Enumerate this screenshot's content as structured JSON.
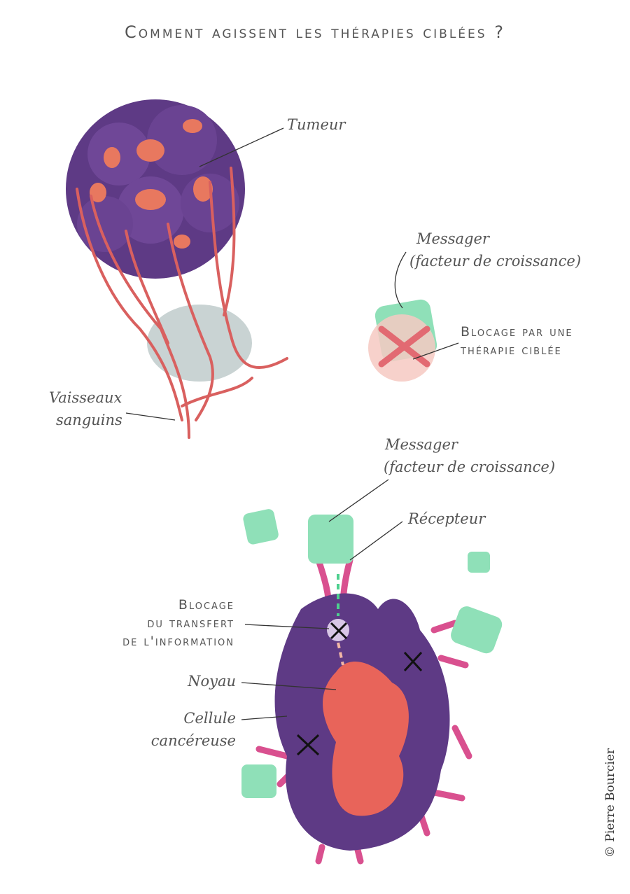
{
  "title": "Comment agissent les thérapies ciblées ?",
  "labels": {
    "tumor": "Tumeur",
    "messenger_top_line1": "Messager",
    "messenger_top_line2": "(facteur de croissance)",
    "blocking_targeted_line1": "Blocage par une",
    "blocking_targeted_line2": "thérapie ciblée",
    "vessels_line1": "Vaisseaux",
    "vessels_line2": "sanguins",
    "messenger_bottom_line1": "Messager",
    "messenger_bottom_line2": "(facteur de croissance)",
    "receptor": "Récepteur",
    "blocking_transfer_line1": "Blocage",
    "blocking_transfer_line2": "du transfert",
    "blocking_transfer_line3": "de l'information",
    "nucleus": "Noyau",
    "cell_line1": "Cellule",
    "cell_line2": "cancéreuse"
  },
  "credit": "© Pierre Bourcier",
  "colors": {
    "cell": "#5e3a85",
    "nucleus": "#e8645a",
    "messenger": "#8fe0b8",
    "receptor": "#d9508f",
    "vessel": "#d9605f",
    "shadow": "#c9d3d3"
  }
}
